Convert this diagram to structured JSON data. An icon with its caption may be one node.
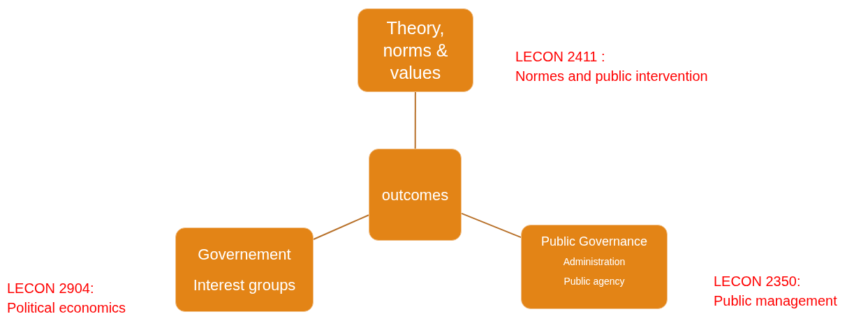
{
  "diagram": {
    "nodes": [
      {
        "text": [
          "Theory, norms & values"
        ]
      },
      {
        "text": [
          "outcomes"
        ]
      },
      {
        "text": [
          "Governement",
          "Interest groups"
        ]
      },
      {
        "text": [
          "Public Governance",
          "Administration",
          "Public agency"
        ]
      }
    ],
    "edges": [
      {
        "from": 0,
        "to": 1,
        "arrow": "none"
      },
      {
        "from": 1,
        "to": 2,
        "arrow": "none"
      },
      {
        "from": 1,
        "to": 3,
        "arrow": "none"
      }
    ],
    "labels": [
      "LECON 2411 :",
      "Normes and public intervention",
      "LECON 2904:",
      "Political economics",
      "LECON 2350:",
      "Public management"
    ]
  }
}
